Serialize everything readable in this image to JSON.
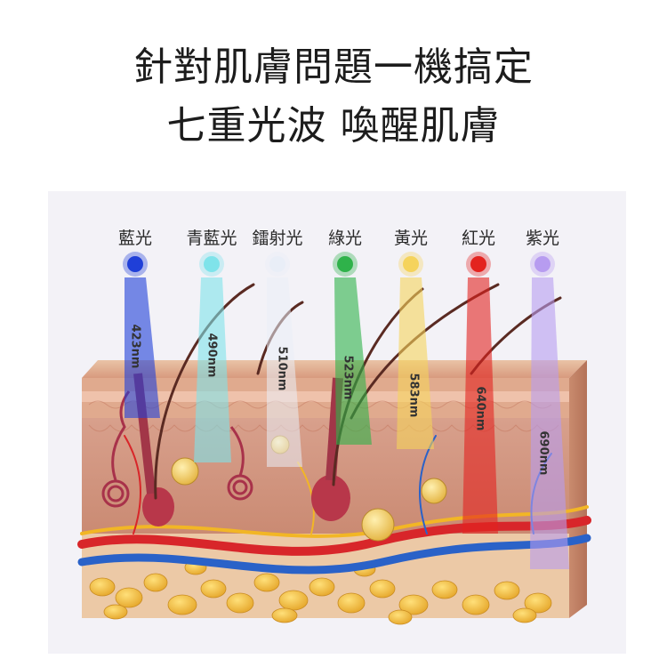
{
  "headline": {
    "line1": "針對肌膚問題一機搞定",
    "line2": "七重光波 喚醒肌膚"
  },
  "lights": [
    {
      "label": "藍光",
      "wavelength": "423nm",
      "color": "#1f3fd8"
    },
    {
      "label": "青藍光",
      "wavelength": "490nm",
      "color": "#7fe3ea"
    },
    {
      "label": "鐳射光",
      "wavelength": "510nm",
      "color": "#e9eef7"
    },
    {
      "label": "綠光",
      "wavelength": "523nm",
      "color": "#2fb24a"
    },
    {
      "label": "黃光",
      "wavelength": "583nm",
      "color": "#f5d35c"
    },
    {
      "label": "紅光",
      "wavelength": "640nm",
      "color": "#e3231f"
    },
    {
      "label": "紫光",
      "wavelength": "690nm",
      "color": "#b79cf0"
    }
  ]
}
